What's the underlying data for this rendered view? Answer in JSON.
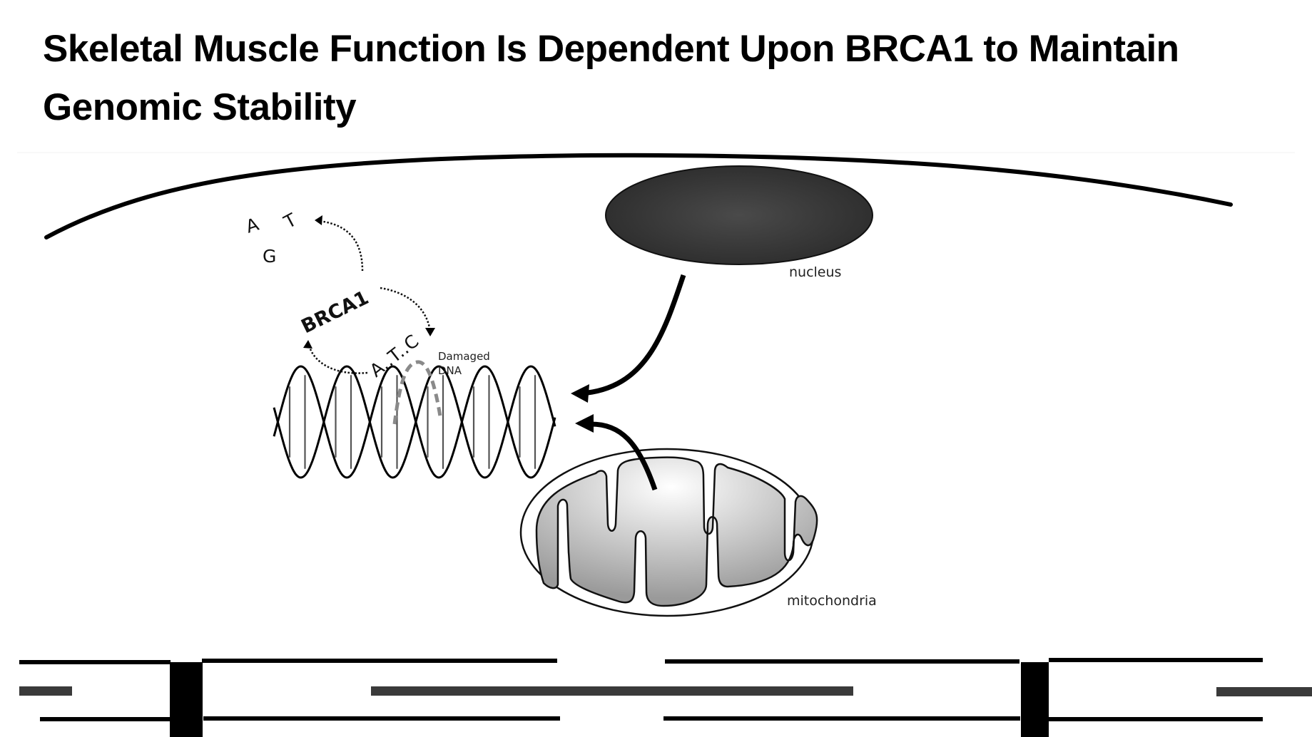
{
  "title": {
    "line1": "Skeletal Muscle Function Is Dependent Upon BRCA1 to Maintain",
    "line2": "Genomic Stability"
  },
  "figure": {
    "labels": {
      "nucleus": "nucleus",
      "mitochondria": "mitochondria",
      "damaged_dna_line1": "Damaged",
      "damaged_dna_line2": "DNA",
      "brca1": "BRCA1",
      "damaged_bases": "A..T..C",
      "free_base_a": "A",
      "free_base_t": "T",
      "free_base_g": "G"
    },
    "colors": {
      "nucleus_fill": "#3a3a3a",
      "mito_fill": "#b8b8b8",
      "thick_filament": "#3a3a3a",
      "damage_dash": "#8a8a8a"
    }
  }
}
